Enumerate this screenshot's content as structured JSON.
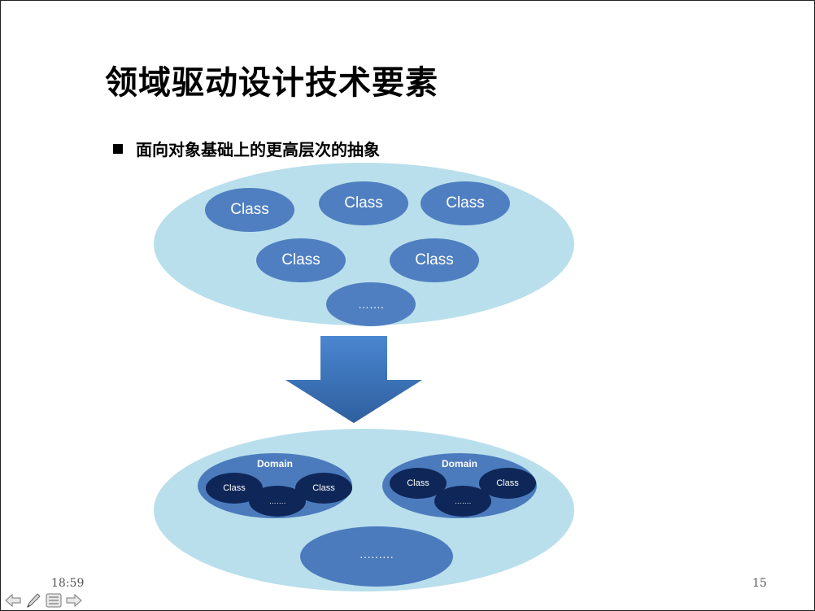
{
  "slide": {
    "title": "领域驱动设计技术要素",
    "bullet": "面向对象基础上的更高层次的抽象",
    "top_group": {
      "classes": [
        "Class",
        "Class",
        "Class",
        "Class",
        "Class"
      ],
      "more": "……."
    },
    "bottom_group": {
      "domains": [
        {
          "label": "Domain",
          "classes": [
            "Class",
            "Class"
          ],
          "more": "……."
        },
        {
          "label": "Domain",
          "classes": [
            "Class",
            "Class"
          ],
          "more": "……."
        }
      ],
      "more": "·········"
    },
    "footer": {
      "time": "18:59",
      "page": "15"
    }
  },
  "colors": {
    "outer_ellipse": "#b9dfec",
    "class_ellipse": "#4f7fc0",
    "domain_ellipse": "#4b7bbd",
    "small_class": "#0f2758",
    "arrow_top": "#4a86d0",
    "arrow_bottom": "#2e5f9e"
  },
  "navigation": {
    "prev_icon": "arrow-left-icon",
    "pen_icon": "pen-icon",
    "menu_icon": "menu-icon",
    "next_icon": "arrow-right-icon"
  }
}
